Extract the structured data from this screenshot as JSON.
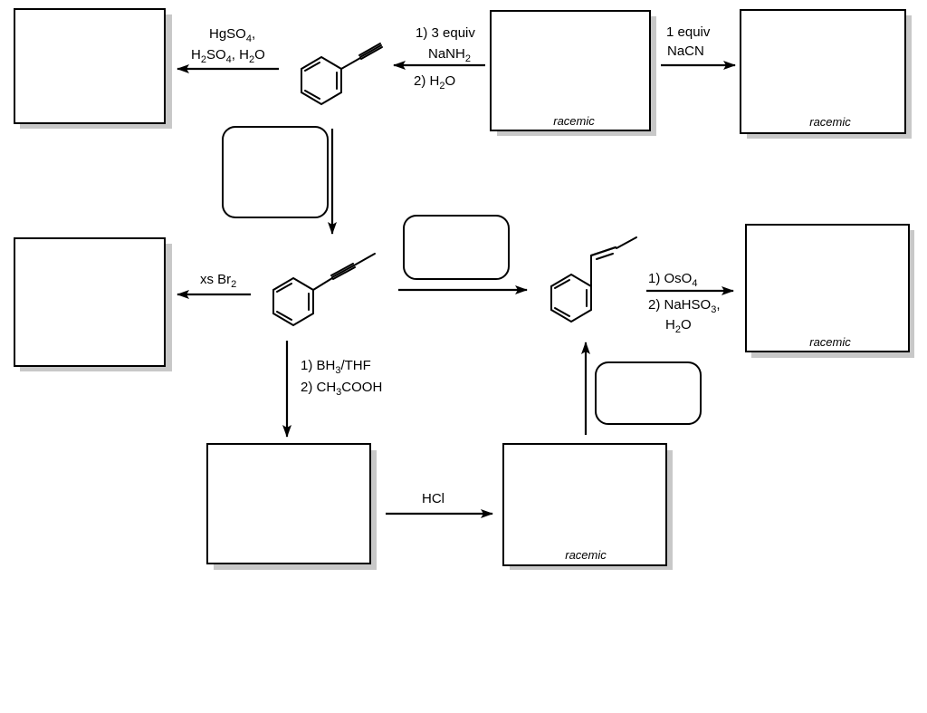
{
  "labels": {
    "hgso4_line1": "HgSO",
    "hgso4_sub": "4",
    "hgso4_comma": ",",
    "h2so4_a": "H",
    "h2so4_b": "2",
    "h2so4_c": "SO",
    "h2so4_d": "4",
    "h2so4_e": ", H",
    "h2so4_f": "2",
    "h2so4_g": "O",
    "nanh2_step1": "1) 3 equiv",
    "nanh2_name": "NaNH",
    "nanh2_sub": "2",
    "water_step2_a": "2) H",
    "water_step2_b": "2",
    "water_step2_c": "O",
    "nacn_equiv": "1 equiv",
    "nacn_name": "NaCN",
    "xs_br2_a": "xs Br",
    "xs_br2_b": "2",
    "bh3_a": "1) BH",
    "bh3_b": "3",
    "bh3_c": "/THF",
    "ch3cooh_a": "2) CH",
    "ch3cooh_b": "3",
    "ch3cooh_c": "COOH",
    "hcl": "HCl",
    "oso4_a": "1) OsO",
    "oso4_b": "4",
    "nahso3_a": "2) NaHSO",
    "nahso3_b": "3",
    "nahso3_c": ",",
    "h2o_a": "H",
    "h2o_b": "2",
    "h2o_c": "O"
  },
  "racemic_notes": [
    "racemic",
    "racemic",
    "racemic",
    "racemic"
  ]
}
